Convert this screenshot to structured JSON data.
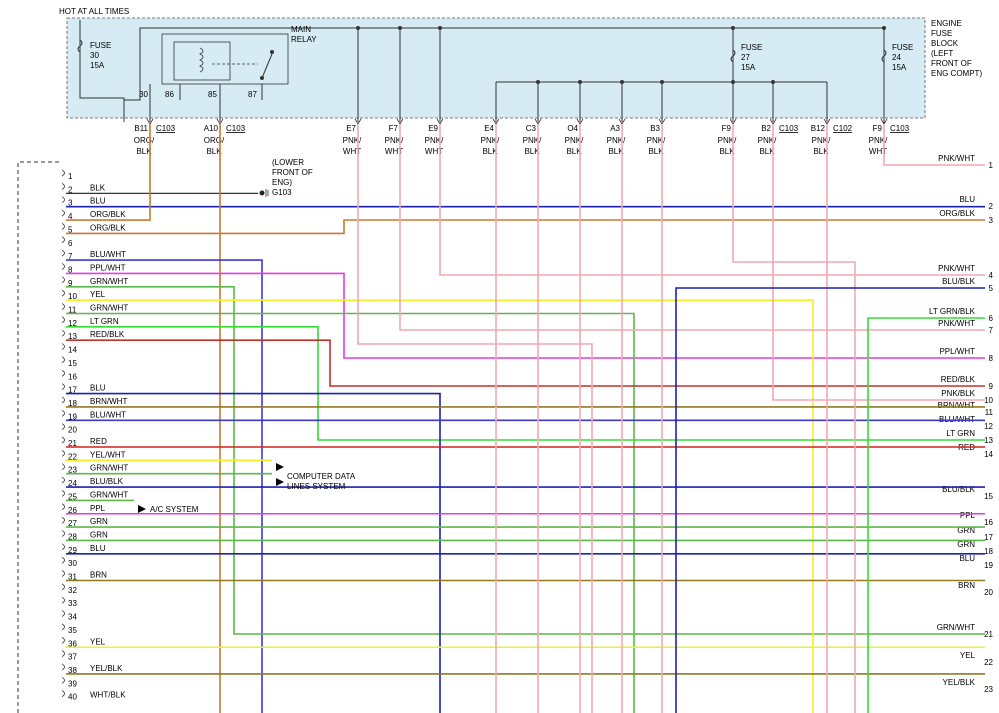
{
  "header": {
    "hot_label": "HOT AT ALL TIMES"
  },
  "fuse_block": {
    "name_lines": [
      "ENGINE",
      "FUSE",
      "BLOCK",
      "(LEFT",
      "FRONT OF",
      "ENG COMPT)"
    ],
    "main_relay_lines": [
      "MAIN",
      "RELAY"
    ],
    "fuses": [
      {
        "lines": [
          "FUSE",
          "30",
          "15A"
        ]
      },
      {
        "lines": [
          "FUSE",
          "27",
          "15A"
        ]
      },
      {
        "lines": [
          "FUSE",
          "24",
          "15A"
        ]
      }
    ],
    "relay_pins": [
      "30",
      "86",
      "85",
      "87"
    ]
  },
  "connectors": [
    {
      "pin": "B11",
      "conn": "C103",
      "wire": [
        "ORG/",
        "BLK"
      ]
    },
    {
      "pin": "A10",
      "conn": "C103",
      "wire": [
        "ORG/",
        "BLK"
      ]
    },
    {
      "pin": "E7",
      "conn": "",
      "wire": [
        "PNK/",
        "WHT"
      ]
    },
    {
      "pin": "F7",
      "conn": "",
      "wire": [
        "PNK/",
        "WHT"
      ]
    },
    {
      "pin": "E9",
      "conn": "",
      "wire": [
        "PNK/",
        "WHT"
      ]
    },
    {
      "pin": "E4",
      "conn": "",
      "wire": [
        "PNK/",
        "BLK"
      ]
    },
    {
      "pin": "C3",
      "conn": "",
      "wire": [
        "PNK/",
        "BLK"
      ]
    },
    {
      "pin": "O4",
      "conn": "",
      "wire": [
        "PNK/",
        "BLK"
      ]
    },
    {
      "pin": "A3",
      "conn": "",
      "wire": [
        "PNK/",
        "BLK"
      ]
    },
    {
      "pin": "B3",
      "conn": "",
      "wire": [
        "PNK/",
        "BLK"
      ]
    },
    {
      "pin": "F9",
      "conn": "",
      "wire": [
        "PNK/",
        "BLK"
      ]
    },
    {
      "pin": "B2",
      "conn": "C103",
      "wire": [
        "PNK/",
        "BLK"
      ]
    },
    {
      "pin": "B12",
      "conn": "C102",
      "wire": [
        "PNK/",
        "BLK"
      ]
    },
    {
      "pin": "F9",
      "conn": "C103",
      "wire": [
        "PNK/",
        "WHT"
      ]
    }
  ],
  "ground": {
    "lines": [
      "(LOWER",
      "FRONT OF",
      "ENG)"
    ],
    "name": "G103"
  },
  "left_pins": [
    {
      "num": "1",
      "label": ""
    },
    {
      "num": "2",
      "label": "BLK"
    },
    {
      "num": "3",
      "label": "BLU"
    },
    {
      "num": "4",
      "label": "ORG/BLK"
    },
    {
      "num": "5",
      "label": "ORG/BLK"
    },
    {
      "num": "6",
      "label": ""
    },
    {
      "num": "7",
      "label": "BLU/WHT"
    },
    {
      "num": "8",
      "label": "PPL/WHT"
    },
    {
      "num": "9",
      "label": "GRN/WHT"
    },
    {
      "num": "10",
      "label": "YEL"
    },
    {
      "num": "11",
      "label": "GRN/WHT"
    },
    {
      "num": "12",
      "label": "LT GRN"
    },
    {
      "num": "13",
      "label": "RED/BLK"
    },
    {
      "num": "14",
      "label": ""
    },
    {
      "num": "15",
      "label": ""
    },
    {
      "num": "16",
      "label": ""
    },
    {
      "num": "17",
      "label": "BLU"
    },
    {
      "num": "18",
      "label": "BRN/WHT"
    },
    {
      "num": "19",
      "label": "BLU/WHT"
    },
    {
      "num": "20",
      "label": ""
    },
    {
      "num": "21",
      "label": "RED"
    },
    {
      "num": "22",
      "label": "YEL/WHT"
    },
    {
      "num": "23",
      "label": "GRN/WHT"
    },
    {
      "num": "24",
      "label": "BLU/BLK"
    },
    {
      "num": "25",
      "label": "GRN/WHT"
    },
    {
      "num": "26",
      "label": "PPL"
    },
    {
      "num": "27",
      "label": "GRN"
    },
    {
      "num": "28",
      "label": "GRN"
    },
    {
      "num": "29",
      "label": "BLU"
    },
    {
      "num": "30",
      "label": ""
    },
    {
      "num": "31",
      "label": "BRN"
    },
    {
      "num": "32",
      "label": ""
    },
    {
      "num": "33",
      "label": ""
    },
    {
      "num": "34",
      "label": ""
    },
    {
      "num": "35",
      "label": ""
    },
    {
      "num": "36",
      "label": "YEL"
    },
    {
      "num": "37",
      "label": ""
    },
    {
      "num": "38",
      "label": "YEL/BLK"
    },
    {
      "num": "39",
      "label": ""
    },
    {
      "num": "40",
      "label": "WHT/BLK"
    }
  ],
  "right_pins": [
    {
      "num": "1",
      "label": "PNK/WHT"
    },
    {
      "num": "2",
      "label": "BLU"
    },
    {
      "num": "3",
      "label": "ORG/BLK"
    },
    {
      "num": "4",
      "label": "PNK/WHT"
    },
    {
      "num": "5",
      "label": "BLU/BLK"
    },
    {
      "num": "6",
      "label": "LT GRN/BLK"
    },
    {
      "num": "7",
      "label": "PNK/WHT"
    },
    {
      "num": "8",
      "label": "PPL/WHT"
    },
    {
      "num": "9",
      "label": "RED/BLK"
    },
    {
      "num": "10",
      "label": "PNK/BLK"
    },
    {
      "num": "11",
      "label": "BRN/WHT"
    },
    {
      "num": "12",
      "label": "BLU/WHT"
    },
    {
      "num": "13",
      "label": "LT GRN"
    },
    {
      "num": "14",
      "label": "RED"
    },
    {
      "num": "15",
      "label": "BLU/BLK"
    },
    {
      "num": "16",
      "label": "PPL"
    },
    {
      "num": "17",
      "label": "GRN"
    },
    {
      "num": "18",
      "label": "GRN"
    },
    {
      "num": "19",
      "label": "BLU"
    },
    {
      "num": "20",
      "label": "BRN"
    },
    {
      "num": "21",
      "label": "GRN/WHT"
    },
    {
      "num": "22",
      "label": "YEL"
    },
    {
      "num": "23",
      "label": "YEL/BLK"
    }
  ],
  "destinations": {
    "computer_data": [
      "COMPUTER DATA",
      "LINES SYSTEM"
    ],
    "ac_system": "A/C SYSTEM"
  },
  "colors": {
    "fuse_block_fill": "#d6ebf4",
    "PNK": "#f2a8b0",
    "ORG": "#c87a33",
    "BLU": "#1a22b0",
    "GRN": "#5cb84a",
    "LTGRN": "#33dd33",
    "YEL": "#f0f02a",
    "PPL": "#e23ce2",
    "RED": "#d42020",
    "REDBLK": "#c4302a",
    "BRN": "#8f7a22",
    "BLK": "#333333",
    "BLUWHT": "#3a3ad0"
  }
}
